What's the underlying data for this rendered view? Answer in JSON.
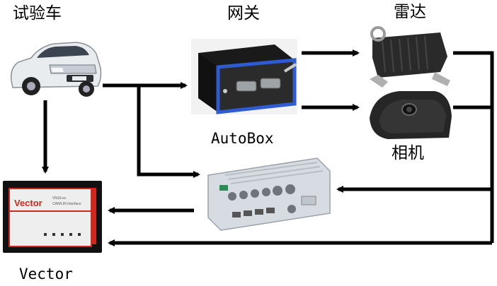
{
  "labels": {
    "test_vehicle": "试验车",
    "gateway": "网关",
    "radar": "雷达",
    "camera": "相机",
    "autobox": "AutoBox",
    "vector": "Vector"
  },
  "vector_device": {
    "brand": "Vector",
    "model_line1": "VN16-xx",
    "model_line2": "CAN/LIN Interface"
  },
  "colors": {
    "line": "#000000",
    "car_body": "#e9ecef",
    "gateway_body": "#1a1a1a",
    "gateway_band": "#2f5bd0",
    "autobox_body": "#d7dce2",
    "vector_frame": "#111111",
    "vector_red": "#d0281f",
    "vector_panel": "#eeeeee"
  }
}
